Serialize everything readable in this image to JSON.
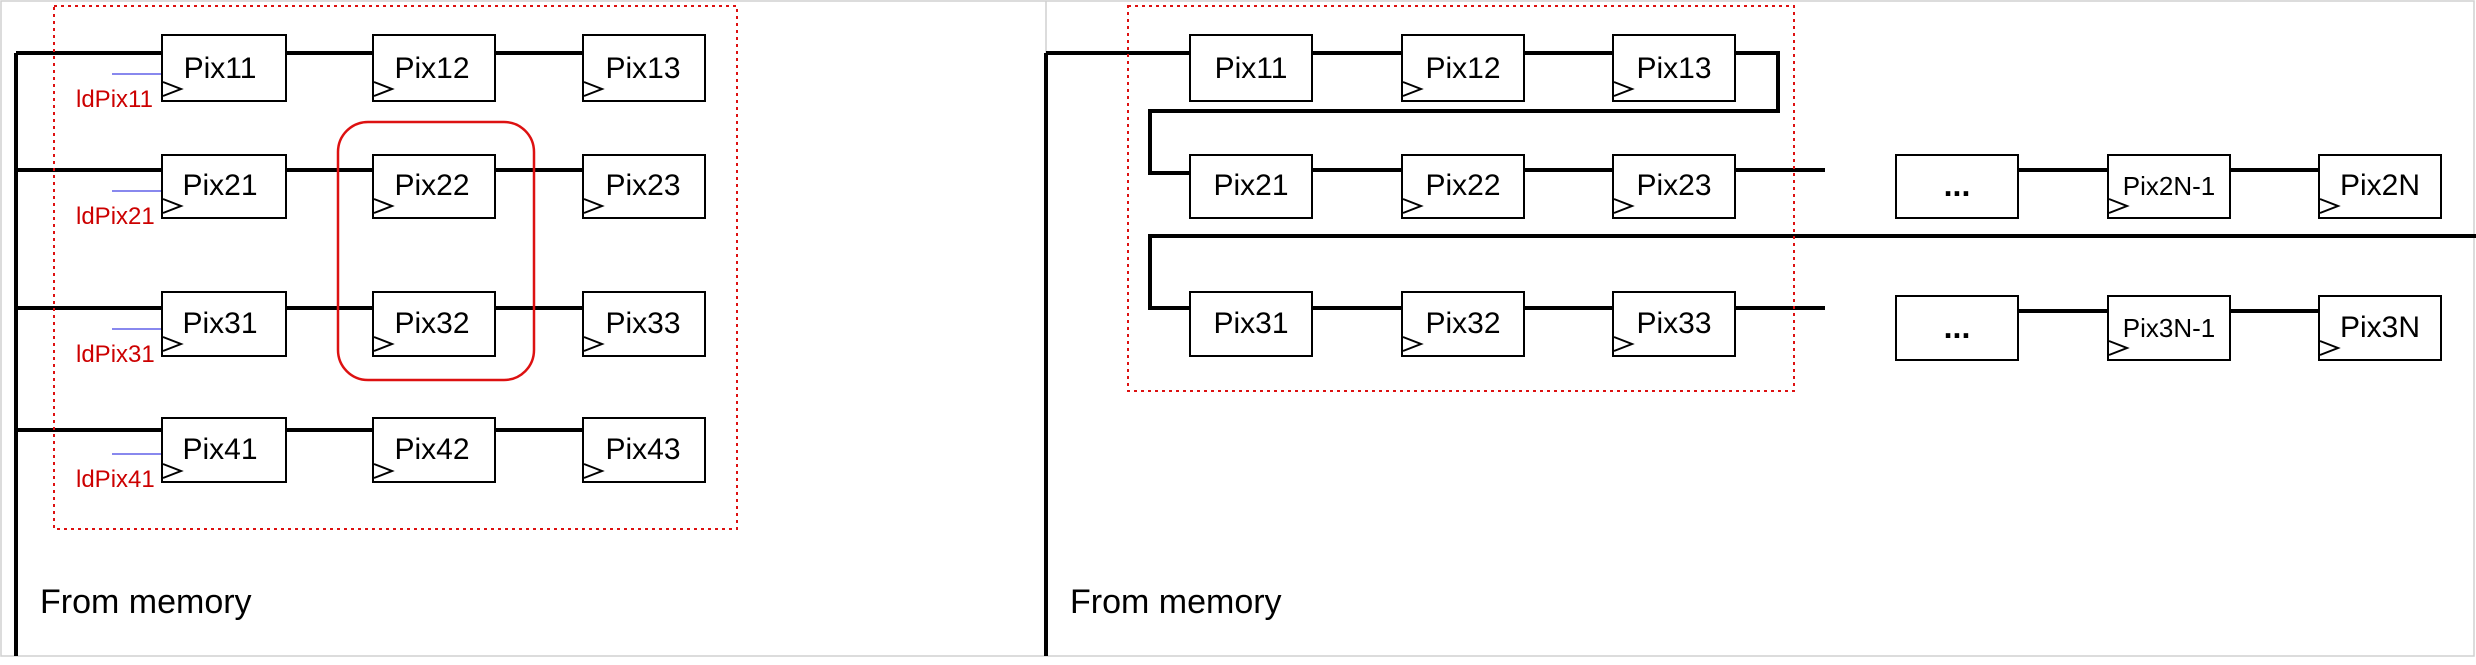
{
  "left_panel": {
    "rows": [
      [
        "Pix11",
        "Pix12",
        "Pix13"
      ],
      [
        "Pix21",
        "Pix22",
        "Pix23"
      ],
      [
        "Pix31",
        "Pix32",
        "Pix33"
      ],
      [
        "Pix41",
        "Pix42",
        "Pix43"
      ]
    ],
    "load_labels": [
      "ldPix11",
      "ldPix21",
      "ldPix31",
      "ldPix41"
    ],
    "footer": "From memory"
  },
  "right_panel": {
    "rows": [
      [
        "Pix11",
        "Pix12",
        "Pix13"
      ],
      [
        "Pix21",
        "Pix22",
        "Pix23",
        "...",
        "Pix2N-1",
        "Pix2N"
      ],
      [
        "Pix31",
        "Pix32",
        "Pix33",
        "...",
        "Pix3N-1",
        "Pix3N"
      ]
    ],
    "footer": "From memory"
  },
  "colors": {
    "wire": "#000000",
    "highlight": "#cc0000",
    "load_signal": "#8888ee",
    "label_red": "#cc0000"
  }
}
